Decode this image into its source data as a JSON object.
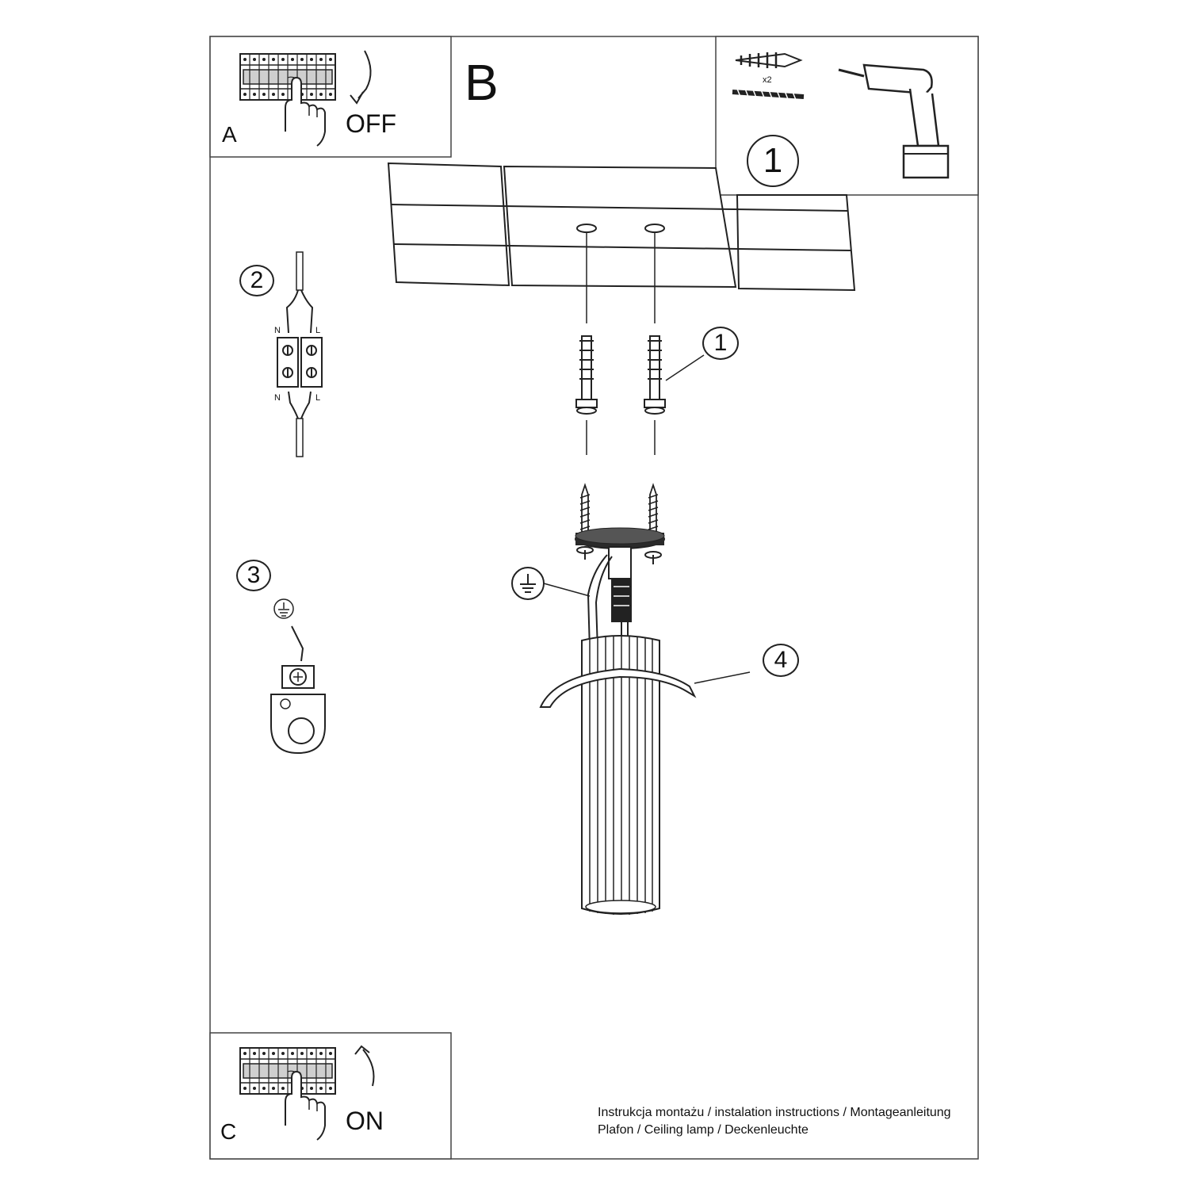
{
  "panel_a": {
    "letter": "A",
    "action": "OFF"
  },
  "panel_b": {
    "letter": "B"
  },
  "panel_c": {
    "letter": "C",
    "action": "ON"
  },
  "tools_panel": {
    "step": "1",
    "quantity": "x2"
  },
  "step_2": {
    "number": "2",
    "wire_labels": {
      "neutral": "N",
      "live": "L"
    }
  },
  "step_3": {
    "number": "3"
  },
  "callouts": {
    "anchor": "1",
    "ring": "4"
  },
  "footer": {
    "line1": "Instrukcja montażu / instalation instructions / Montageanleitung",
    "line2": "Plafon / Ceiling lamp / Deckenleuchte"
  },
  "icons": [
    "circuit-breaker-icon",
    "hand-icon",
    "arrow-down-icon",
    "arrow-up-icon",
    "wall-plug-icon",
    "screw-icon",
    "drill-icon",
    "ground-symbol-icon",
    "terminal-block-icon",
    "ground-clamp-icon"
  ]
}
